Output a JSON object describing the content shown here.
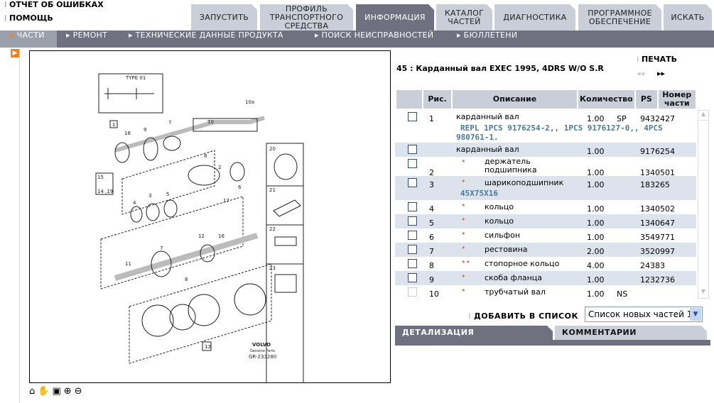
{
  "top_links": {
    "error_report": "ОТЧЕТ ОБ ОШИБКАХ",
    "help": "ПОМОЩЬ"
  },
  "main_tabs": [
    {
      "label": "ЗАПУСТИТЬ"
    },
    {
      "label": "ПРОФИЛЬ ТРАНСПОРТНОГО СРЕДСТВА"
    },
    {
      "label": "ИНФОРМАЦИЯ",
      "active": true
    },
    {
      "label": "КАТАЛОГ ЧАСТЕЙ"
    },
    {
      "label": "ДИАГНОСТИКА"
    },
    {
      "label": "ПРОГРАММНОЕ ОБЕСПЕЧЕНИЕ"
    },
    {
      "label": "ИСКАТЬ"
    }
  ],
  "sub_tabs": [
    {
      "label": "ЧАСТИ",
      "active": true
    },
    {
      "label": "РЕМОНТ"
    },
    {
      "label": "ТЕХНИЧЕСКИЕ ДАННЫЕ ПРОДУКТА"
    },
    {
      "label": "ПОИСК НЕИСПРАВНОСТЕЙ"
    },
    {
      "label": "БЮЛЛЕТЕНИ"
    }
  ],
  "diagram": {
    "brand": "VOLVO",
    "brand_sub": "Genuine Parts",
    "ref": "GR-233280",
    "type_label": "TYPE 01",
    "callouts": [
      "1",
      "18",
      "9",
      "7",
      "10",
      "10a",
      "8",
      "2",
      "6",
      "17",
      "4",
      "3",
      "5",
      "15",
      "14 ,19",
      "12",
      "16",
      "7",
      "11",
      "8",
      "13",
      "20",
      "21",
      "22",
      "23"
    ]
  },
  "diagram_tools": [
    "home-icon",
    "pan-icon",
    "fit-window-icon",
    "zoom-in-icon",
    "zoom-out-icon"
  ],
  "header": {
    "title": "45 : Карданный вал EXEC 1995, 4DRS W/O S.R",
    "print": "ПЕЧАТЬ"
  },
  "table": {
    "columns": [
      "Рис.",
      "Описание",
      "Количество",
      "PS",
      "Номер части"
    ],
    "rows": [
      {
        "fig": "1",
        "bullets": "",
        "desc": "карданный вал",
        "qty": "1.00",
        "ps": "SP",
        "part": "9432427",
        "note": "REPL 1PCS 9176254-2,, 1PCS 9176127-0,, 4PCS 980761-1."
      },
      {
        "fig": "",
        "bullets": "",
        "desc": "карданный вал",
        "qty": "1.00",
        "ps": "",
        "part": "9176254"
      },
      {
        "fig": "2",
        "bullets": "•",
        "desc": "держатель подшипника",
        "qty": "1.00",
        "ps": "",
        "part": "1340501"
      },
      {
        "fig": "3",
        "bullets": "•",
        "desc": "шарикоподшипник",
        "qty": "1.00",
        "ps": "",
        "part": "183265",
        "note": "45X75X16"
      },
      {
        "fig": "4",
        "bullets": "•",
        "desc": "кольцо",
        "qty": "1.00",
        "ps": "",
        "part": "1340502"
      },
      {
        "fig": "5",
        "bullets": "•",
        "desc": "кольцо",
        "qty": "1.00",
        "ps": "",
        "part": "1340647"
      },
      {
        "fig": "6",
        "bullets": "•",
        "desc": "сильфон",
        "qty": "1.00",
        "ps": "",
        "part": "3549771"
      },
      {
        "fig": "7",
        "bullets": "•",
        "desc": "рестовина",
        "qty": "2.00",
        "ps": "",
        "part": "3520997"
      },
      {
        "fig": "8",
        "bullets": "••",
        "desc": "стопорное кольцо",
        "qty": "4.00",
        "ps": "",
        "part": "24383"
      },
      {
        "fig": "9",
        "bullets": "•",
        "desc": "скоба фланца",
        "qty": "1.00",
        "ps": "",
        "part": "1232736"
      },
      {
        "fig": "10",
        "bullets": "•",
        "desc": "трубчатый вал",
        "qty": "1.00",
        "ps": "NS",
        "part": ""
      }
    ]
  },
  "add_to_list": "ДОБАВИТЬ В СПИСОК",
  "list_select": {
    "value": "Список новых частей 1"
  },
  "bottom_tabs": [
    {
      "label": "ДЕТАЛИЗАЦИЯ",
      "active": true
    },
    {
      "label": "КОММЕНТАРИИ"
    }
  ],
  "colors": {
    "active_tab": "#6f7181",
    "tab": "#c9ced8",
    "accent": "#f08020",
    "row_alt": "#dde3ec",
    "note": "#4a7a9a"
  }
}
